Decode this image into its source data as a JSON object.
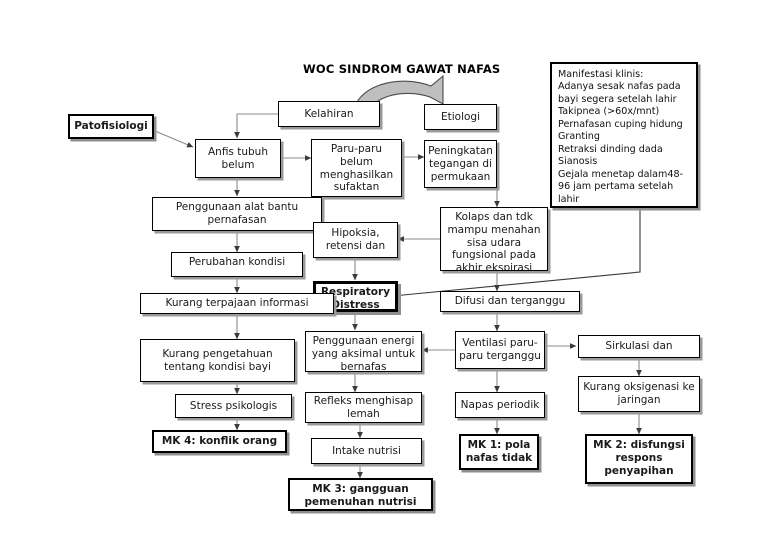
{
  "page": {
    "title": "WOC SINDROM GAWAT NAFAS",
    "background": "#ffffff",
    "line_color": "#808080",
    "border_color": "#000000",
    "shadow_color": "#8f8f8f"
  },
  "nodes": {
    "patofisiologi": "Patofisiologi",
    "kelahiran": "Kelahiran",
    "etiologi": "Etiologi",
    "anfis": "Anfis tubuh belum",
    "paru_paru": "Paru-paru belum menghasilkan sufaktan",
    "peningkatan": "Peningkatan tegangan di permukaan",
    "penggunaan_alat": "Penggunaan alat bantu pernafasan",
    "kolaps": "Kolaps dan tdk mampu menahan sisa udara fungsional pada akhir ekspirasi",
    "hipoksia": "Hipoksia, retensi dan",
    "perubahan_kondisi": "Perubahan kondisi",
    "respiratory_distress": "Respiratory Distress",
    "kurang_terpajaan": "Kurang terpajaan informasi",
    "difusi": "Difusi dan terganggu",
    "kurang_pengetahuan": "Kurang pengetahuan tentang kondisi bayi",
    "penggunaan_energi": "Penggunaan energi yang aksimal untuk bernafas",
    "ventilasi": "Ventilasi paru-paru terganggu",
    "sirkulasi": "Sirkulasi dan",
    "stress_psikologis": "Stress psikologis",
    "refleks": "Refleks menghisap lemah",
    "napas_periodik": "Napas periodik",
    "kurang_oksigenasi": "Kurang oksigenasi ke jaringan",
    "mk4": "MK 4: konflik orang",
    "intake_nutrisi": "Intake nutrisi",
    "mk1": "MK 1: pola nafas tidak",
    "mk2": "MK 2: disfungsi respons penyapihan",
    "mk3": "MK 3: gangguan pemenuhan  nutrisi"
  },
  "manifestasi": {
    "text": "Manifestasi klinis:\nAdanya sesak nafas pada\nbayi segera setelah lahir\nTakipnea (>60x/mnt)\nPernafasan cuping hidung\nGranting\nRetraksi dinding dada\nSianosis\nGejala menetap dalam48-\n96 jam pertama setelah\nlahir"
  }
}
